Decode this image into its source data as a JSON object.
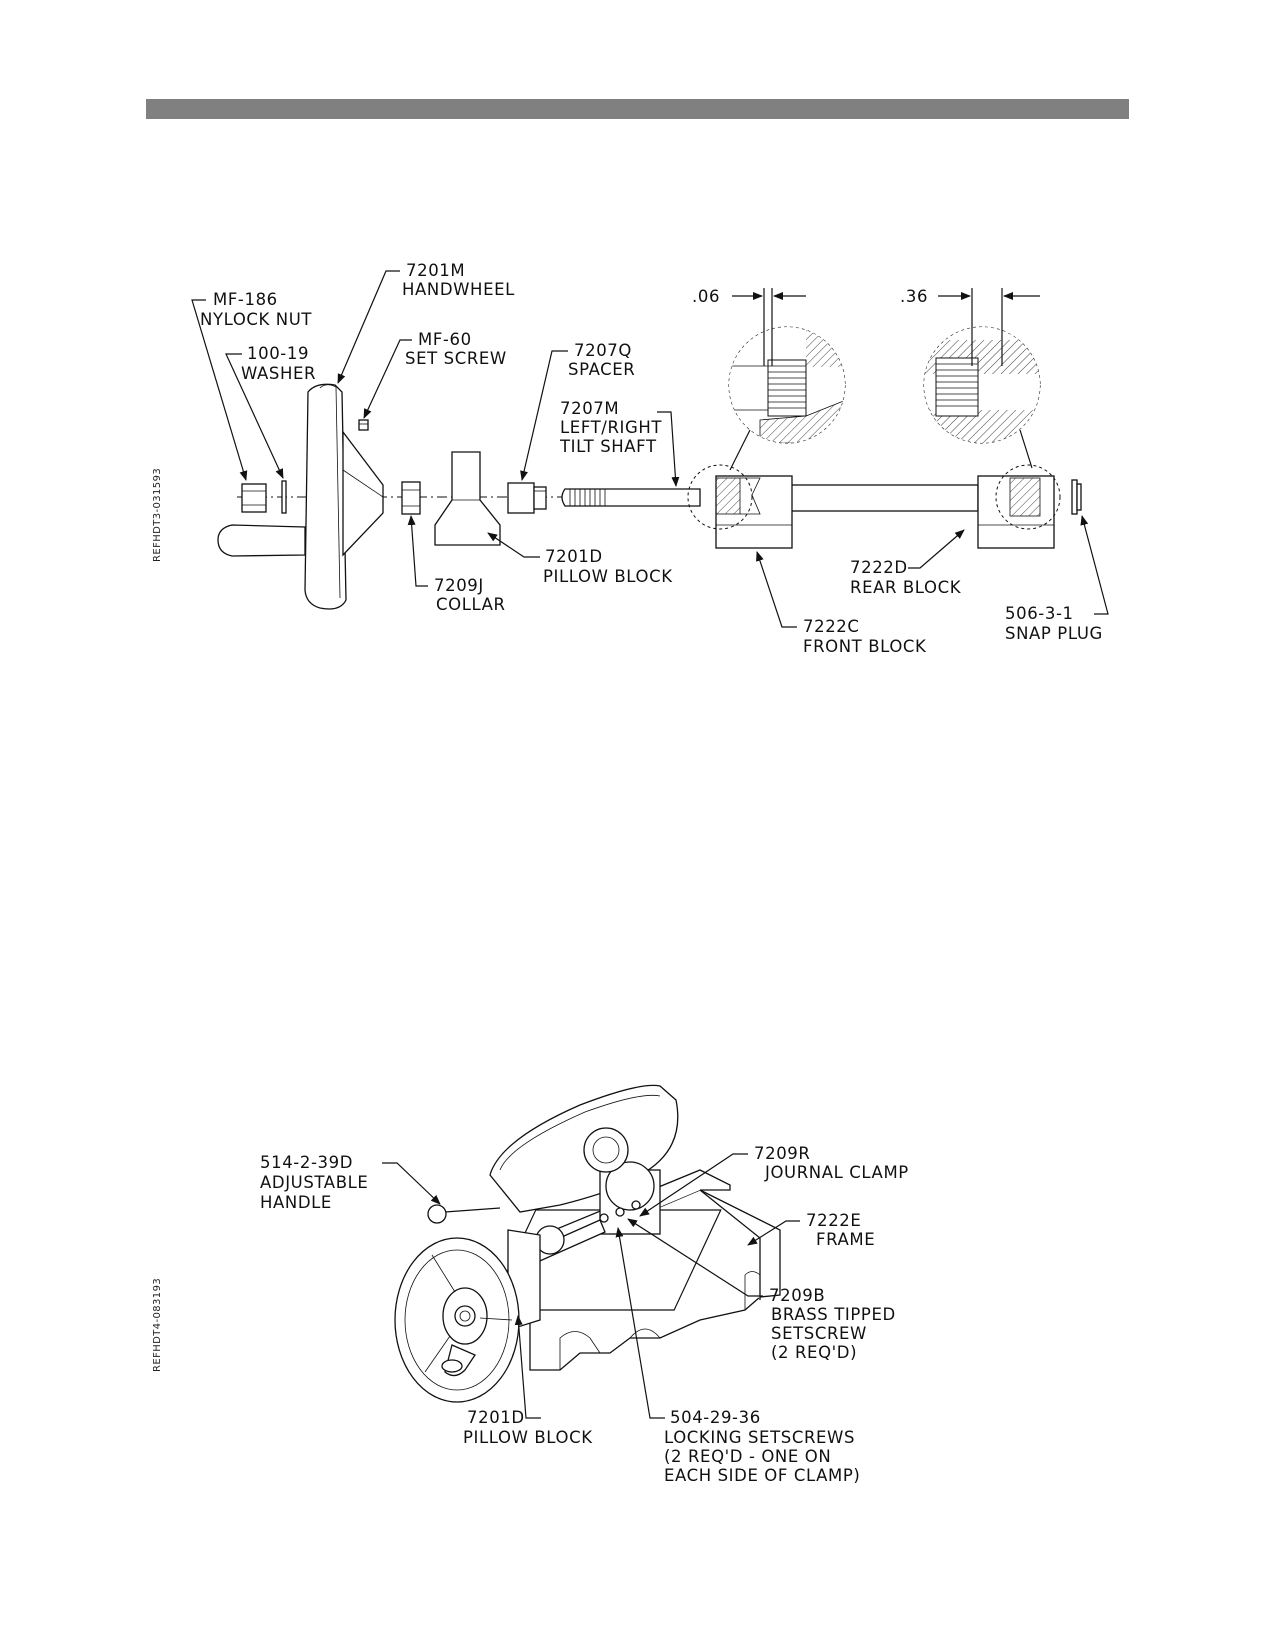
{
  "diagram1": {
    "ref": "REFHDT3-031593",
    "labels": {
      "mf186_num": "MF-186",
      "mf186_name": "NYLOCK NUT",
      "w_num": "100-19",
      "w_name": "WASHER",
      "hw_num": "7201M",
      "hw_name": "HANDWHEEL",
      "ss_num": "MF-60",
      "ss_name": "SET SCREW",
      "sp_num": "7207Q",
      "sp_name": "SPACER",
      "ts_num": "7207M",
      "ts_name1": "LEFT/RIGHT",
      "ts_name2": "TILT SHAFT",
      "pb_num": "7201D",
      "pb_name": "PILLOW BLOCK",
      "col_num": "7209J",
      "col_name": "COLLAR",
      "rb_num": "7222D",
      "rb_name": "REAR BLOCK",
      "fb_num": "7222C",
      "fb_name": "FRONT BLOCK",
      "snap_num": "506-3-1",
      "snap_name": "SNAP PLUG",
      "dim1": ".06",
      "dim2": ".36"
    }
  },
  "diagram2": {
    "ref": "REFHDT4-083193",
    "labels": {
      "ah_num": "514-2-39D",
      "ah_name1": "ADJUSTABLE",
      "ah_name2": "HANDLE",
      "jc_num": "7209R",
      "jc_name": "JOURNAL CLAMP",
      "fr_num": "7222E",
      "fr_name": "FRAME",
      "bt_num": "7209B",
      "bt_name1": "BRASS TIPPED",
      "bt_name2": "SETSCREW",
      "bt_name3": "(2 REQ'D)",
      "pb_num": "7201D",
      "pb_name": "PILLOW BLOCK",
      "ls_num": "504-29-36",
      "ls_name1": "LOCKING SETSCREWS",
      "ls_name2": "(2 REQ'D - ONE ON",
      "ls_name3": "EACH SIDE OF CLAMP)"
    }
  }
}
